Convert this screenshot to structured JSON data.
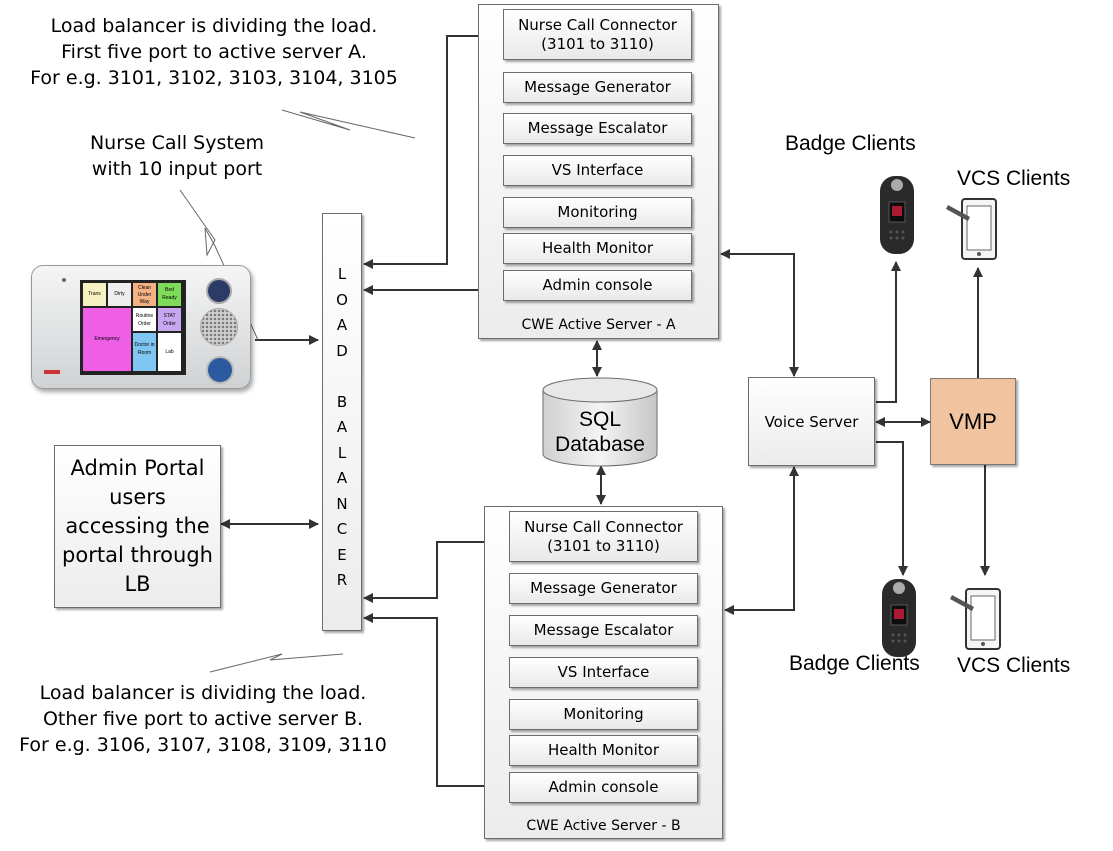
{
  "notes": {
    "top": [
      "Load balancer is dividing the load.",
      "First five port to active server A.",
      "For e.g. 3101, 3102, 3103, 3104, 3105"
    ],
    "nurse_call": [
      "Nurse Call System",
      "with 10 input port"
    ],
    "bottom": [
      "Load balancer is dividing the load.",
      "Other five port to active server B.",
      "For e.g. 3106, 3107, 3108, 3109, 3110"
    ]
  },
  "load_balancer": {
    "letters": [
      "L",
      "O",
      "A",
      "D",
      "",
      "B",
      "A",
      "L",
      "A",
      "N",
      "C",
      "E",
      "R"
    ]
  },
  "admin_portal": {
    "lines": [
      "Admin Portal",
      "users",
      "accessing the",
      "portal through",
      "LB"
    ]
  },
  "server_a": {
    "title": "CWE Active Server - A",
    "modules": [
      "Nurse Call Connector\n(3101 to 3110)",
      "Message Generator",
      "Message Escalator",
      "VS Interface",
      "Monitoring",
      "Health Monitor",
      "Admin console"
    ]
  },
  "server_b": {
    "title": "CWE Active Server - B",
    "modules": [
      "Nurse Call Connector\n(3101 to 3110)",
      "Message Generator",
      "Message Escalator",
      "VS Interface",
      "Monitoring",
      "Health Monitor",
      "Admin console"
    ]
  },
  "database": {
    "lines": [
      "SQL",
      "Database"
    ]
  },
  "voice_server": {
    "label": "Voice Server"
  },
  "vmp": {
    "label": "VMP",
    "color": "#f2c39f"
  },
  "clients": {
    "badge_top": "Badge Clients",
    "vcs_top": "VCS Clients",
    "badge_bottom": "Badge Clients",
    "vcs_bottom": "VCS Clients"
  },
  "nurse_panel": {
    "tiles": [
      "Trans",
      "Dirty",
      "Clean Under Way",
      "Bed Ready",
      "Emergency",
      "Routine Order",
      "STAT Order",
      "Doctor in Room",
      "Lab"
    ],
    "tile_colors": [
      "#f7f0c0",
      "#eeeeee",
      "#f4b183",
      "#7fdc5a",
      "#ee5fe6",
      "#ffffff",
      "#c7a8f0",
      "#7fc6f2",
      "#ffffff"
    ]
  }
}
